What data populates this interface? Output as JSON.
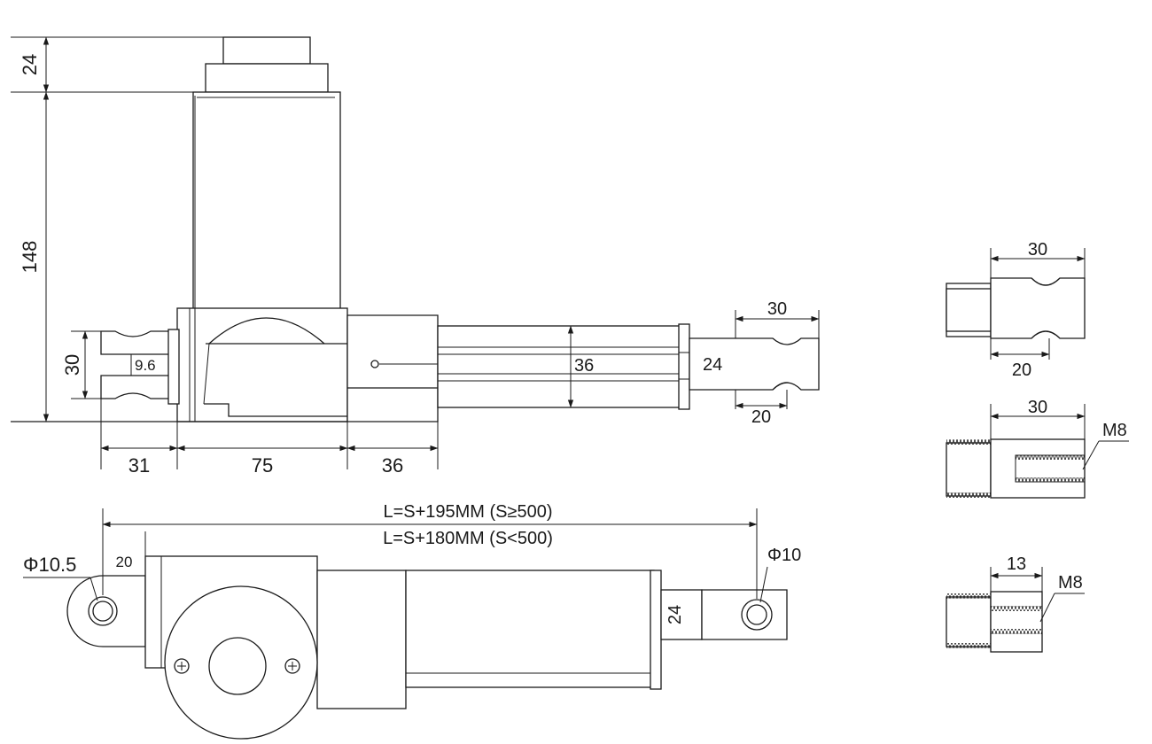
{
  "colors": {
    "line": "#1a1a1a",
    "background": "#ffffff"
  },
  "side_view": {
    "motor_cap_height": "24",
    "motor_height": "148",
    "clevis_height": "30",
    "clevis_slot": "9.6",
    "rear_clevis_len": "31",
    "gearbox_len": "75",
    "front_len": "36",
    "tube_dia": "36",
    "rod_end_width": "24",
    "rod_end_len": "30",
    "rod_end_hole_pos": "20"
  },
  "top_view": {
    "length_long": "L=S+195MM (S≥500)",
    "length_short": "L=S+180MM (S<500)",
    "rear_hole_dia": "Φ10.5",
    "rear_offset": "20",
    "front_hole_dia": "Φ10",
    "rod_end_width": "24"
  },
  "rod_end_options": [
    {
      "name": "fork",
      "length": "30",
      "hole_pos": "20"
    },
    {
      "name": "internal-thread",
      "length": "30",
      "thread": "M8"
    },
    {
      "name": "external-thread",
      "length": "13",
      "thread": "M8"
    }
  ]
}
